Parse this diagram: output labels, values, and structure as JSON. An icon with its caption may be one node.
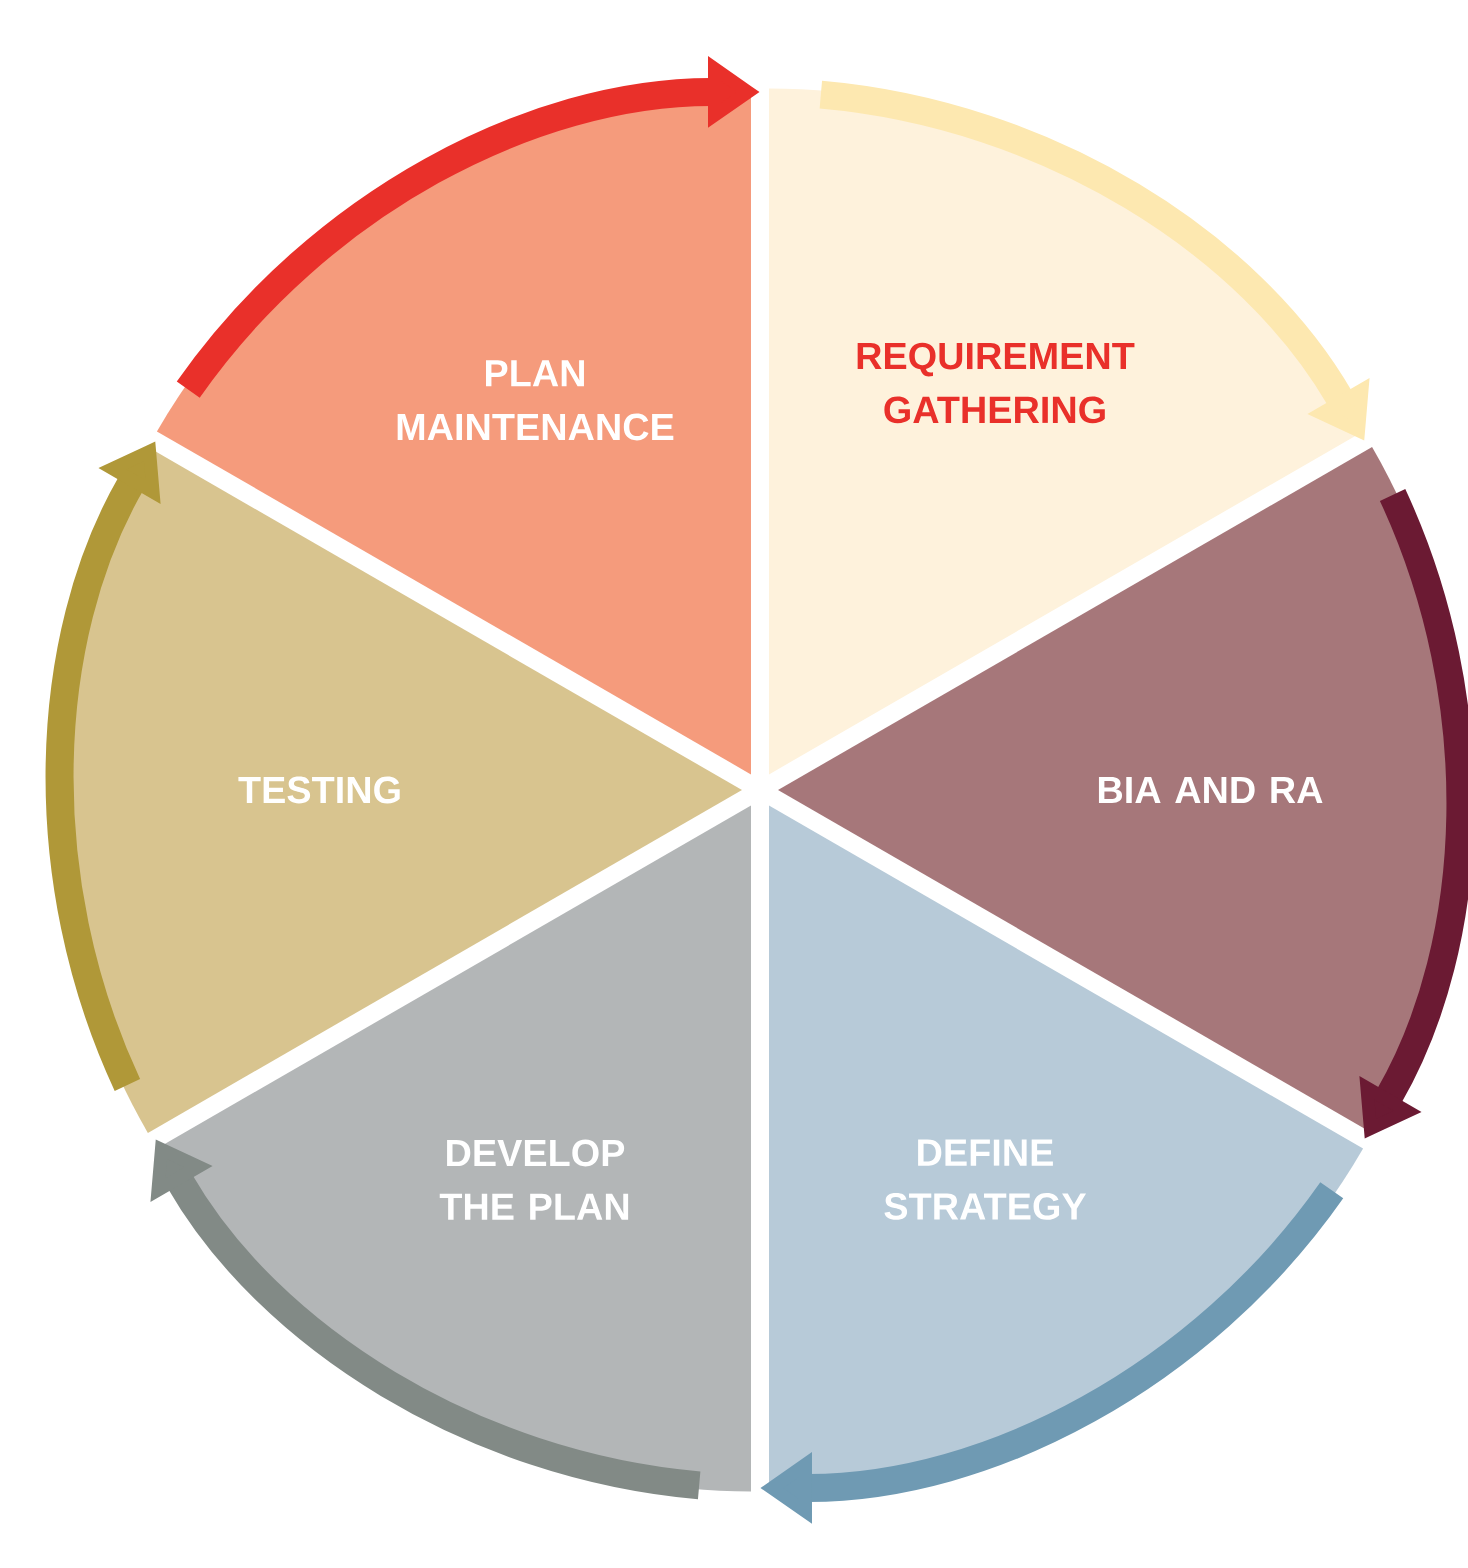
{
  "diagram": {
    "nodes": [
      {
        "text": [
          "REQUIREMENT GATHERING"
        ]
      },
      {
        "text": [
          "BIA AND RA"
        ]
      },
      {
        "text": [
          "DEFINE STRATEGY"
        ]
      },
      {
        "text": [
          "DEVELOP THE PLAN"
        ]
      },
      {
        "text": [
          "TESTING"
        ]
      },
      {
        "text": [
          "PLAN MAINTENANCE"
        ]
      }
    ],
    "edges": [
      {
        "from": 0,
        "to": 1,
        "arrow": "to",
        "color": "#fde8b0"
      },
      {
        "from": 1,
        "to": 2,
        "arrow": "to",
        "color": "#6b1a33"
      },
      {
        "from": 2,
        "to": 3,
        "arrow": "to",
        "color": "#6f9ab3"
      },
      {
        "from": 3,
        "to": 4,
        "arrow": "to",
        "color": "#828a86"
      },
      {
        "from": 4,
        "to": 5,
        "arrow": "to",
        "color": "#b09838"
      },
      {
        "from": 5,
        "to": 0,
        "arrow": "to",
        "color": "#e9302a"
      }
    ]
  }
}
